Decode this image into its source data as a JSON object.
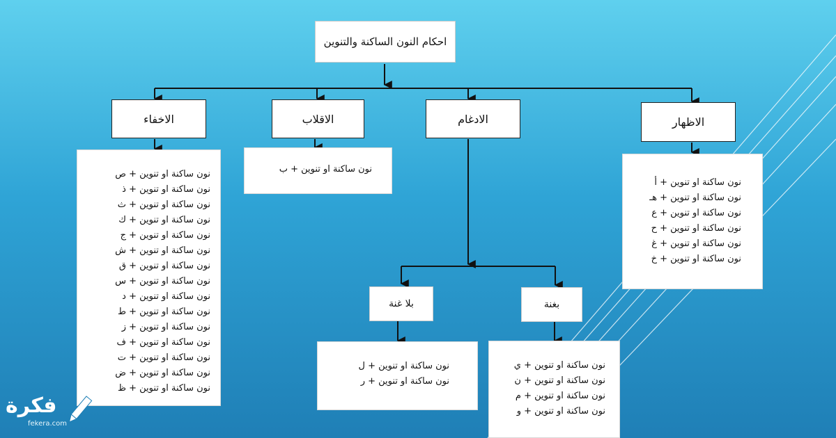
{
  "colors": {
    "background_top": "#5fd0ee",
    "background_bottom": "#1f7fb6",
    "box": "#ffffff",
    "connector": "#111111"
  },
  "root": {
    "title": "احكام النون الساكنة والتنوين"
  },
  "branches": {
    "ikhfa": {
      "title": "الاخفاء",
      "items": [
        "نون ساكنة او تنوين + ص",
        "نون ساكنة او تنوين + ذ",
        "نون ساكنة او تنوين + ث",
        "نون ساكنة او تنوين + ك",
        "نون ساكنة او تنوين + ج",
        "نون ساكنة او تنوين + ش",
        "نون ساكنة او تنوين + ق",
        "نون ساكنة او تنوين + س",
        "نون ساكنة او تنوين + د",
        "نون ساكنة او تنوين + ط",
        "نون ساكنة او تنوين + ز",
        "نون ساكنة او تنوين + ف",
        "نون ساكنة او تنوين + ت",
        "نون ساكنة او تنوين + ض",
        "نون ساكنة او تنوين + ظ"
      ]
    },
    "iqlab": {
      "title": "الاقلاب",
      "items": [
        "نون ساكنة او تنوين + ب"
      ]
    },
    "idgham": {
      "title": "الادغام",
      "without_ghunna": {
        "title": "بلا غنة",
        "items": [
          "نون ساكنة او تنوين + ل",
          "نون ساكنة او تنوين + ر"
        ]
      },
      "with_ghunna": {
        "title": "بغنة",
        "items": [
          "نون ساكنة او تنوين + ي",
          "نون ساكنة او تنوين + ن",
          "نون ساكنة او تنوين + م",
          "نون ساكنة او تنوين + و"
        ]
      }
    },
    "izhar": {
      "title": "الاظهار",
      "items": [
        "نون ساكنة او تنوين + أ",
        "نون ساكنة او تنوين + هـ",
        "نون ساكنة او تنوين + ع",
        "نون ساكنة او تنوين + ح",
        "نون ساكنة او تنوين + غ",
        "نون ساكنة او تنوين + خ"
      ]
    }
  },
  "watermark": {
    "brand": "فكرة",
    "url": "fekera.com",
    "icon": "pencil-icon"
  }
}
